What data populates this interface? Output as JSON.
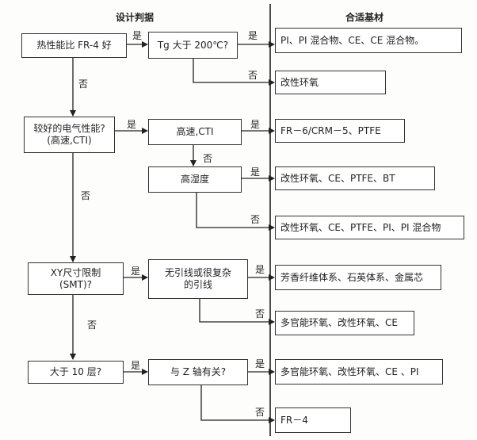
{
  "headers": {
    "design": "设计判据",
    "material": "合适基材"
  },
  "decisions": [
    {
      "id": "d1",
      "label": "热性能比 FR-4 好"
    },
    {
      "id": "d2",
      "line1": "较好的电气性能?",
      "line2": "(高速,CTI)"
    },
    {
      "id": "d3",
      "line1": "XY尺寸限制",
      "line2": "(SMT)?"
    },
    {
      "id": "d4",
      "label": "大于 10 层?"
    }
  ],
  "criteria": [
    {
      "id": "c1",
      "label": "Tg 大于 200℃?"
    },
    {
      "id": "c2",
      "label": "高速,CTI"
    },
    {
      "id": "c3",
      "label": "高湿度"
    },
    {
      "id": "c4",
      "line1": "无引线或很复杂",
      "line2": "的引线"
    },
    {
      "id": "c5",
      "label": "与 Z 轴有关?"
    }
  ],
  "materials": [
    "PI、PI 混合物、CE、CE 混合物。",
    "改性环氧",
    "FR－6/CRM－5、PTFE",
    "改性环氧、CE、PTFE、BT",
    "改性环氧、CE、PTFE、PI、PI 混合物",
    "芳香纤维体系、石英体系、金属芯",
    "多官能环氧、改性环氧、CE",
    "多官能环氧、改性环氧、CE 、PI",
    "FR－4"
  ],
  "edge_labels": {
    "yes": "是",
    "no": "否"
  }
}
